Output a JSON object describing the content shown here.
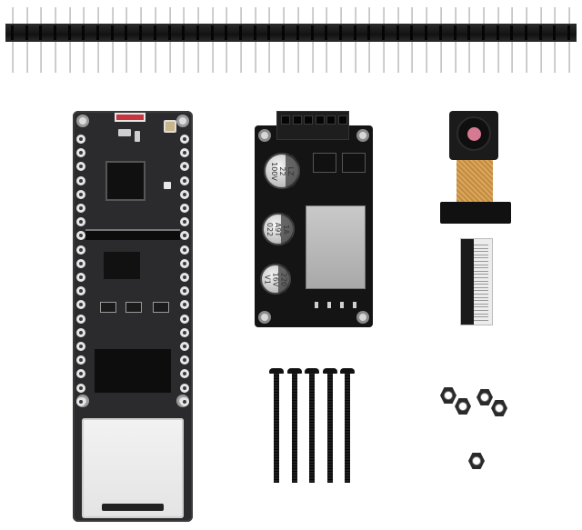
{
  "image": {
    "description": "Product photo of an ESP32 Ethernet/PoE camera development kit contents",
    "background": "#ffffff"
  },
  "components": {
    "pin_header": {
      "label": "Male pin header strip",
      "pin_count": 40,
      "color": "#1a1a1a"
    },
    "main_board": {
      "label": "Dev board with MCU, FPC camera socket and RJ45 jack",
      "side_pads_per_row": 20,
      "connectors": [
        "red-jumper-connector",
        "u.fl-antenna-connector",
        "fpc-camera-slot",
        "rj45-ethernet-jack"
      ]
    },
    "poe_module": {
      "label": "PoE power module",
      "header_pins": 6,
      "bottom_pins": 4,
      "capacitors": [
        {
          "marking": "LZ\n22\n100V"
        },
        {
          "marking": "1A\nA9T\n022"
        },
        {
          "marking": "220\n16V\nV1"
        }
      ]
    },
    "camera_module": {
      "label": "Camera module with flex cable",
      "lens_color": "#d67a93"
    },
    "fpc_connector": {
      "label": "FPC ribbon connector"
    },
    "screws": {
      "label": "Machine screws",
      "count": 5
    },
    "nuts": {
      "label": "Hex nuts",
      "count": 5
    }
  }
}
